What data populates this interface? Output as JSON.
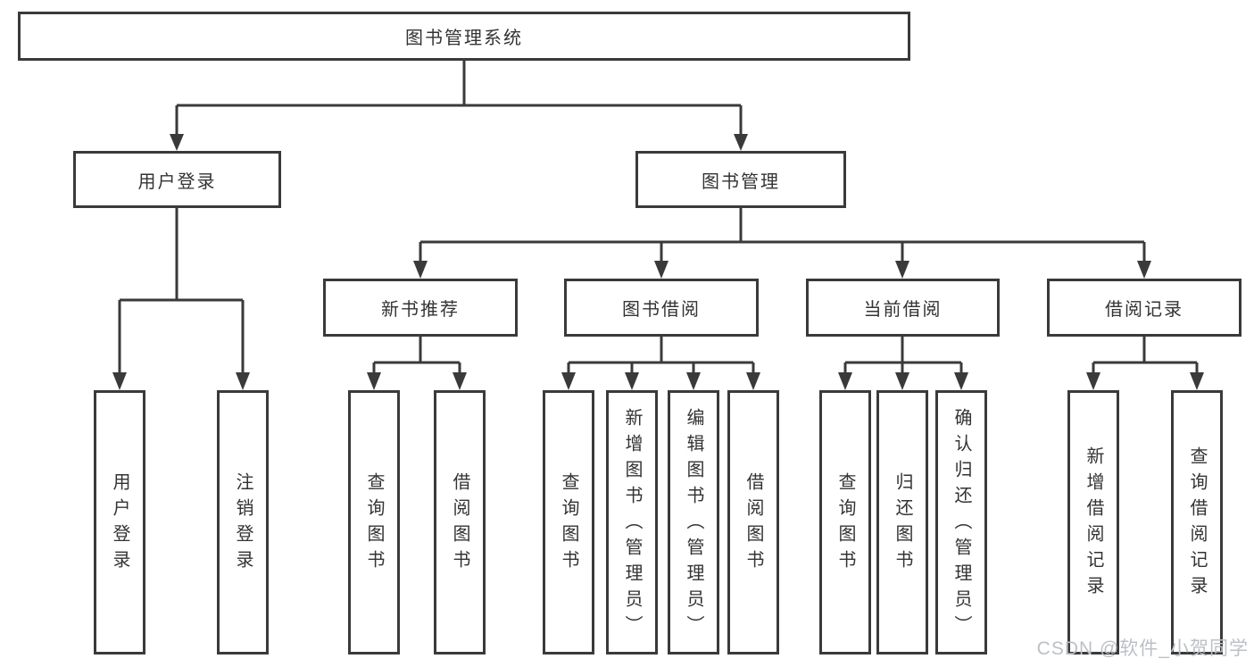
{
  "tree": {
    "root": "图书管理系统",
    "branches": [
      {
        "label": "用户登录",
        "leaves": [
          "用户登录",
          "注销登录"
        ]
      },
      {
        "label": "图书管理",
        "groups": [
          {
            "label": "新书推荐",
            "leaves": [
              "查询图书",
              "借阅图书"
            ]
          },
          {
            "label": "图书借阅",
            "leaves": [
              "查询图书",
              "新增图书（管理员）",
              "编辑图书（管理员）",
              "借阅图书"
            ]
          },
          {
            "label": "当前借阅",
            "leaves": [
              "查询图书",
              "归还图书",
              "确认归还（管理员）"
            ]
          },
          {
            "label": "借阅记录",
            "leaves": [
              "新增借阅记录",
              "查询借阅记录"
            ]
          }
        ]
      }
    ]
  },
  "watermark": "CSDN @软件_小贺同学",
  "colors": {
    "line": "#3a3a3a",
    "text": "#333333",
    "background": "#ffffff",
    "watermark": "#bcc0c6"
  }
}
